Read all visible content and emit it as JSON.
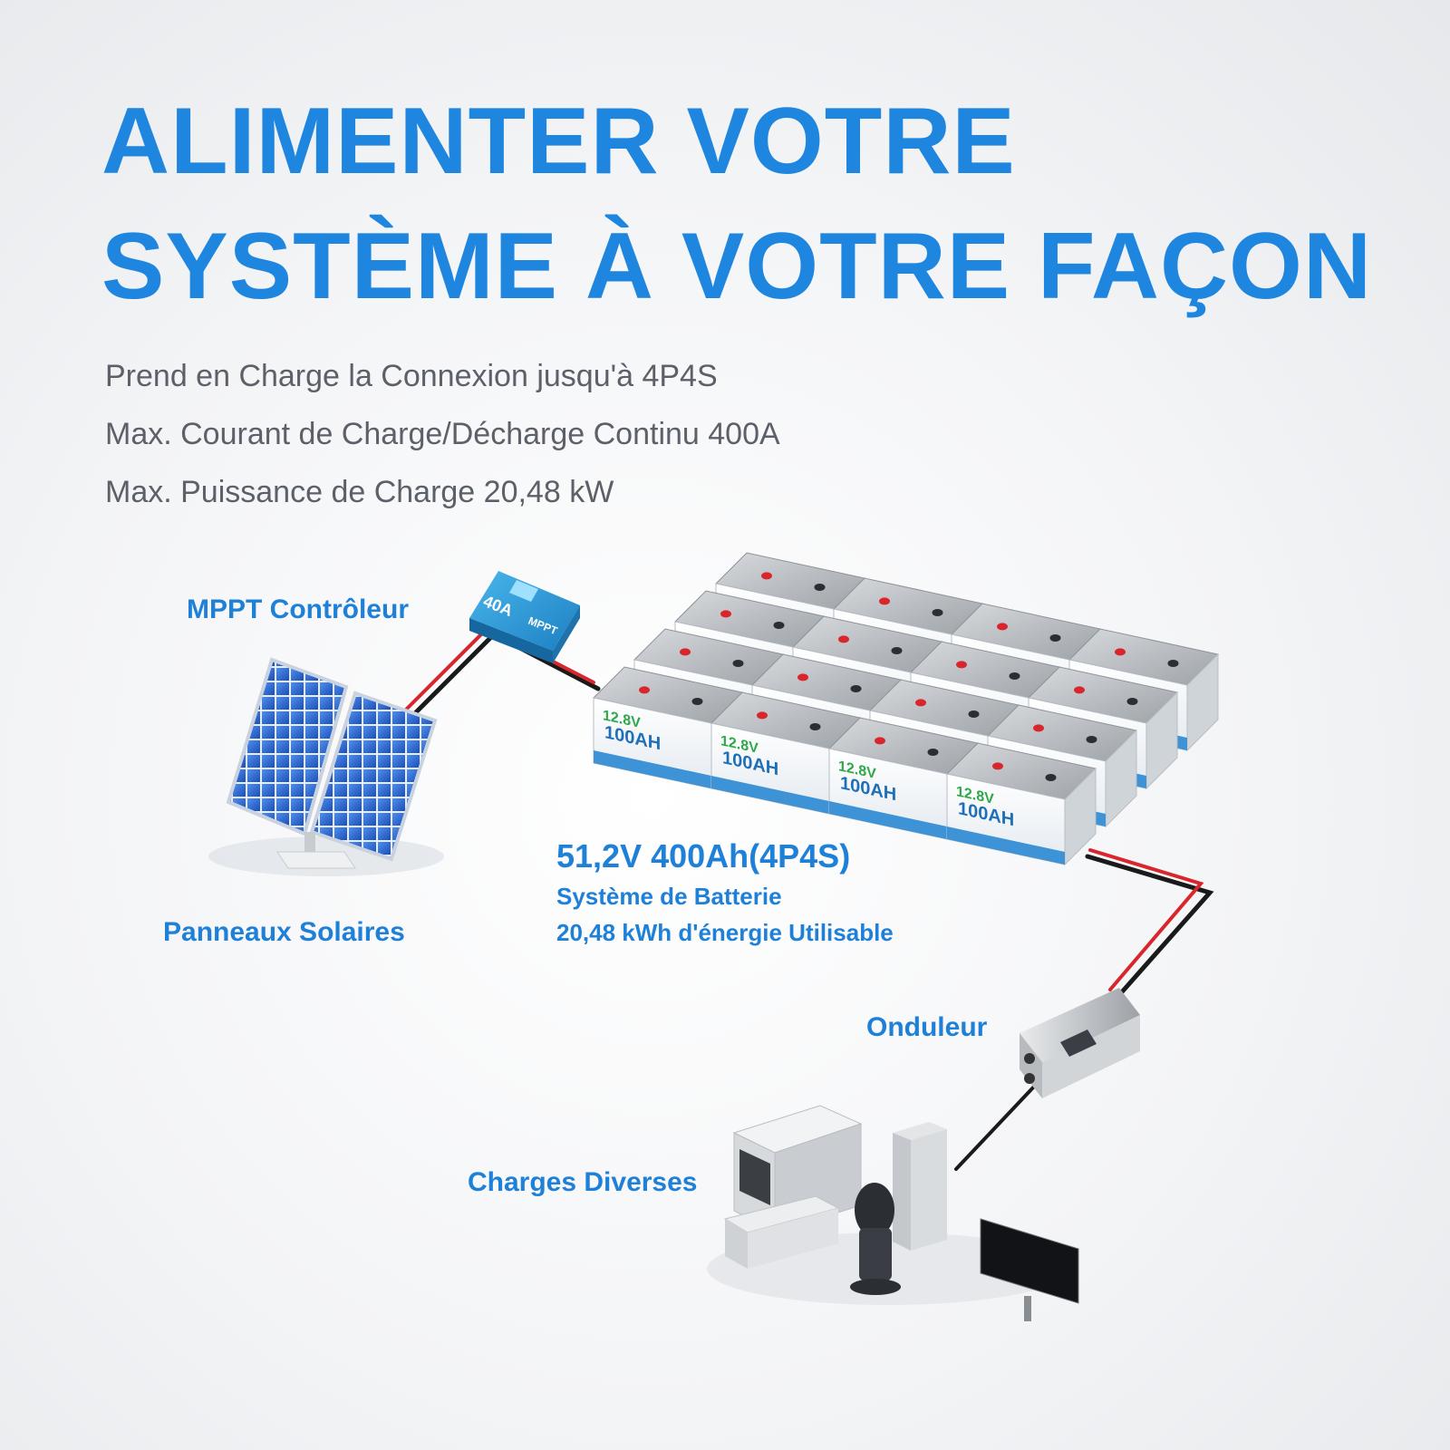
{
  "headline": {
    "line1": "ALIMENTER VOTRE",
    "line2": "SYSTÈME À VOTRE FAÇON"
  },
  "features": [
    "Prend en Charge la Connexion jusqu'à 4P4S",
    "Max. Courant de Charge/Décharge Continu 400A",
    "Max. Puissance de Charge 20,48 kW"
  ],
  "labels": {
    "mppt": "MPPT Contrôleur",
    "panels": "Panneaux Solaires",
    "inverter": "Onduleur",
    "loads": "Charges Diverses"
  },
  "battery_system": {
    "spec": "51,2V 400Ah(4P4S)",
    "name": "Système de Batterie",
    "energy": "20,48 kWh d'énergie Utilisable"
  },
  "device_markings": {
    "controller_rating": "40A",
    "controller_type": "MPPT",
    "battery_voltage": "12.8V",
    "battery_capacity": "100AH"
  },
  "colors": {
    "brand_blue": "#1f86e0",
    "cable_red": "#d8262c",
    "cable_black": "#1a1a1a"
  }
}
